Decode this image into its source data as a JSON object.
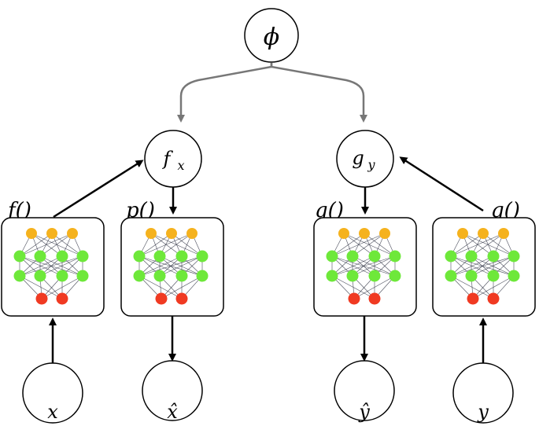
{
  "nodes": {
    "phi": "ϕ",
    "f_x_base": "f",
    "f_x_sub": "x",
    "g_y_base": "g",
    "g_y_sub": "y",
    "x": "x",
    "x_hat": "x̂",
    "y_hat": "ŷ",
    "y": "y"
  },
  "function_labels": {
    "f": "f()",
    "p": "p()",
    "q": "q()",
    "g": "g()"
  },
  "colors": {
    "top_neuron": "#F5B21E",
    "middle_neuron": "#6EE83A",
    "bottom_neuron": "#F03A22",
    "gray_arrow": "#777777",
    "black_arrow": "#000000"
  }
}
